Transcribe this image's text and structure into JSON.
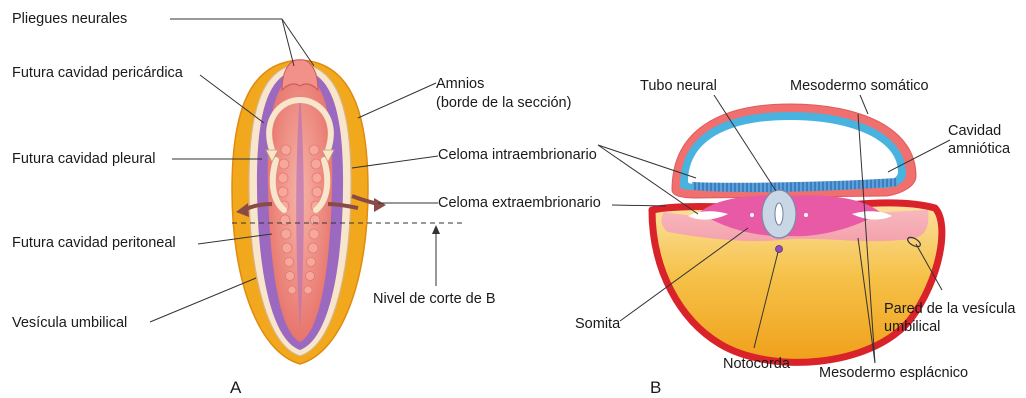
{
  "panels": {
    "a": "A",
    "b": "B"
  },
  "labels_a": {
    "pliegues_neurales": "Pliegues neurales",
    "pericardica": "Futura cavidad pericárdica",
    "amnios_1": "Amnios",
    "amnios_2": "(borde de la sección)",
    "pleural": "Futura cavidad pleural",
    "celoma_intra": "Celoma intraembrionario",
    "celoma_extra": "Celoma extraembrionario",
    "peritoneal": "Futura cavidad peritoneal",
    "vesicula": "Vesícula umbilical",
    "nivel_corte": "Nivel de corte de B"
  },
  "labels_b": {
    "tubo_neural": "Tubo neural",
    "mesodermo_somatico": "Mesodermo somático",
    "cavidad_1": "Cavidad",
    "cavidad_2": "amniótica",
    "somita": "Somita",
    "notocorda": "Notocorda",
    "pared_1": "Pared de la vesícula",
    "pared_2": "umbilical",
    "mesodermo_esplacnico": "Mesodermo esplácnico"
  },
  "colors": {
    "yolk_orange": "#f2a81d",
    "embryo_pink": "#f08478",
    "ectoderm_purple": "#8b5fb5",
    "cream_membrane": "#f7e6cc",
    "mesoderm_red": "#d9222a",
    "amnion_blue": "#49b3e0",
    "neural_tissue": "#c9d6e6",
    "arrow_brown": "#8a4a45",
    "leader_line": "#333333"
  }
}
